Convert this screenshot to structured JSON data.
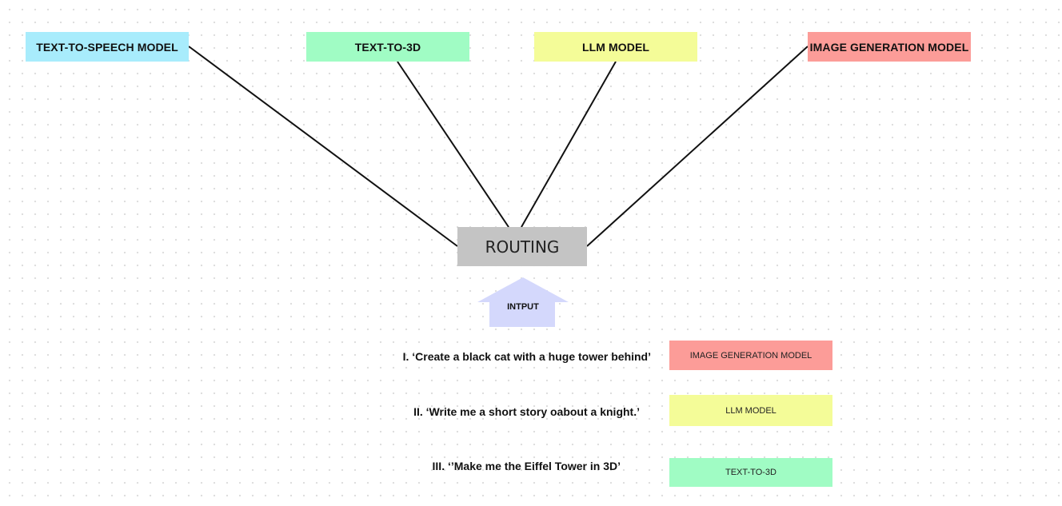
{
  "models": {
    "tts": {
      "label": "TEXT-TO-SPEECH MODEL",
      "color": "#a8ecfc"
    },
    "t3d": {
      "label": "TEXT-TO-3D",
      "color": "#a0fcc4"
    },
    "llm": {
      "label": "LLM MODEL",
      "color": "#f4fc98"
    },
    "img": {
      "label": "IMAGE GENERATION MODEL",
      "color": "#fc9c98"
    }
  },
  "routing": {
    "label": "ROUTING",
    "color": "#c4c4c4"
  },
  "input": {
    "label": "INTPUT",
    "color": "#d4d8fc"
  },
  "examples": [
    {
      "prompt": "I. ‘Create a black cat with a huge tower behind’",
      "target": "IMAGE GENERATION MODEL",
      "color": "#fc9c98"
    },
    {
      "prompt": "II. ‘Write me a short story oabout a knight.’",
      "target": "LLM MODEL",
      "color": "#f4fc98"
    },
    {
      "prompt": "III. ‘’Make me the Eiffel Tower in 3D’",
      "target": "TEXT-TO-3D",
      "color": "#a0fcc4"
    }
  ]
}
